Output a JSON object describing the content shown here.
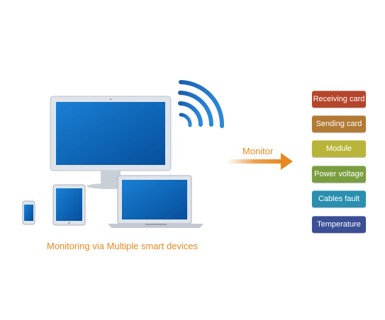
{
  "caption": "Monitoring via Multiple smart devices",
  "arrow_label": "Monitor",
  "colors": {
    "accent": "#e8891f",
    "screen": "#0a63b8",
    "frame": "#d8dde4"
  },
  "devices": [
    "smartphone-icon",
    "tablet-icon",
    "laptop-icon",
    "desktop-monitor-icon",
    "wifi-signal-icon"
  ],
  "badges": [
    {
      "label": "Receiving card",
      "color": "#b5452b"
    },
    {
      "label": "Sending card",
      "color": "#b27a35"
    },
    {
      "label": "Module",
      "color": "#b8b53a"
    },
    {
      "label": "Power voltage",
      "color": "#7a9e3f"
    },
    {
      "label": "Cables fault",
      "color": "#2a8fb0"
    },
    {
      "label": "Temperature",
      "color": "#3b4f96"
    }
  ]
}
